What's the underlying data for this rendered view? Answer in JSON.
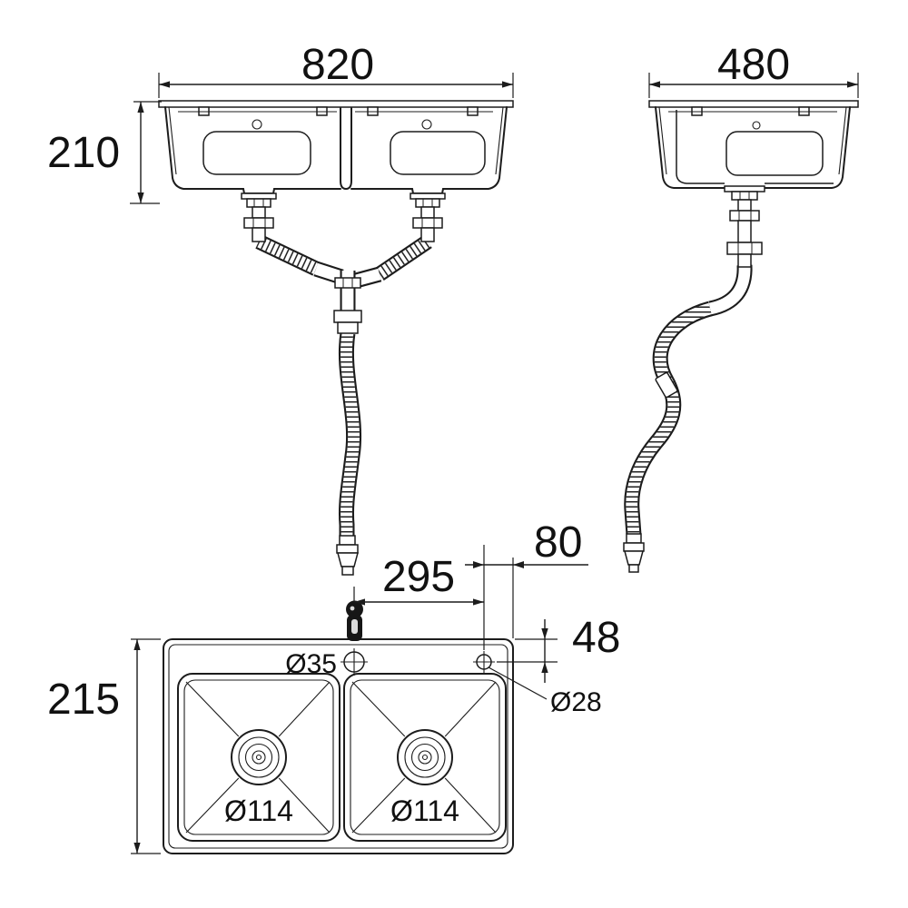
{
  "drawing": {
    "colors": {
      "line": "#1c1c1c",
      "text": "#111111",
      "background": "#ffffff"
    },
    "front_view": {
      "width": "820",
      "depth": "210"
    },
    "side_view": {
      "width": "480"
    },
    "plan_view": {
      "side_offset": "215",
      "hole_spacing": "295",
      "hole_edge_offset": "80",
      "hole_top_offset": "48",
      "faucet_hole": "Ø35",
      "accessory_hole": "Ø28",
      "drain_left": "Ø114",
      "drain_right": "Ø114"
    }
  }
}
